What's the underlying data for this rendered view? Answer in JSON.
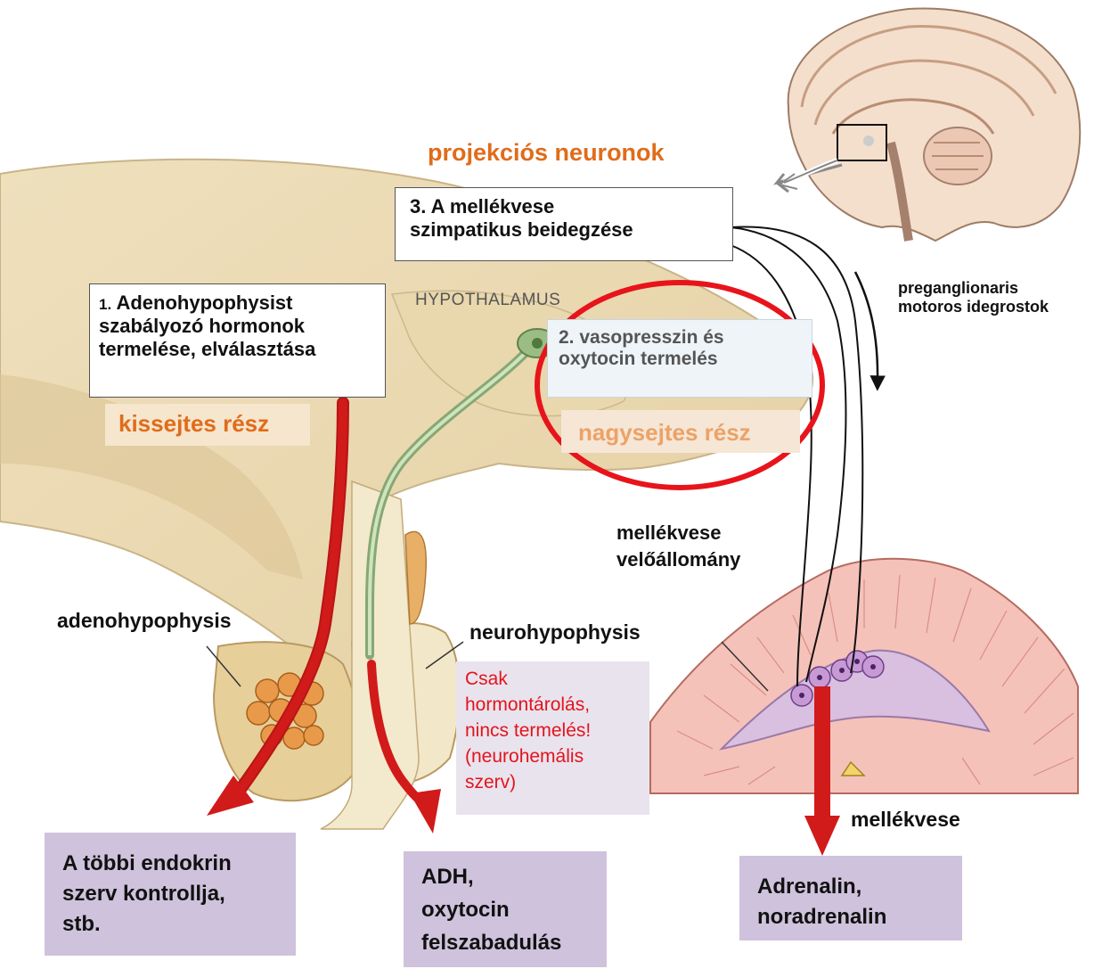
{
  "projection_title": "projekciós neuronok",
  "box3": {
    "title": "3. A mellékvese szimpatikus beidegzése",
    "lines": [
      "3. A mellékvese",
      "szimpatikus beidegzése"
    ]
  },
  "box1": {
    "num": "1.",
    "lines": [
      "Adenohypophysist",
      "szabályozó hormonok",
      "termelése, elválasztása"
    ]
  },
  "kissejtes": "kissejtes rész",
  "hypothalamus": "HYPOTHALAMUS",
  "box2": {
    "lines": [
      "2. vasopresszin és",
      "oxytocin termelés"
    ]
  },
  "nagysejtes": "nagysejtes rész",
  "preganglionaris": {
    "lines": [
      "preganglionaris",
      "motoros idegrostok"
    ]
  },
  "medulla_label": {
    "lines": [
      "mellékvese",
      "velőállomány"
    ]
  },
  "adenohypophysis": "adenohypophysis",
  "neurohypophysis": "neurohypophysis",
  "note": {
    "lines": [
      "Csak",
      "hormontárolás,",
      "nincs termelés!",
      "(neurohemális",
      "szerv)"
    ]
  },
  "adrenal": "mellékvese",
  "out1": {
    "lines": [
      "A többi endokrin",
      "szerv kontrollja,",
      "stb."
    ]
  },
  "out2": {
    "lines": [
      "ADH,",
      "oxytocin",
      "felszabadulás"
    ]
  },
  "out3": {
    "lines": [
      "Adrenalin,",
      "noradrenalin"
    ]
  },
  "colors": {
    "orange": "#e06c1a",
    "red_arrow": "#d11a1a",
    "ellipse": "#e8141b",
    "purple_box": "#cfc2dc",
    "note_red": "#e3141b",
    "tissue": "#ecdcb5",
    "adrenal_pink": "#f2b5ae"
  }
}
